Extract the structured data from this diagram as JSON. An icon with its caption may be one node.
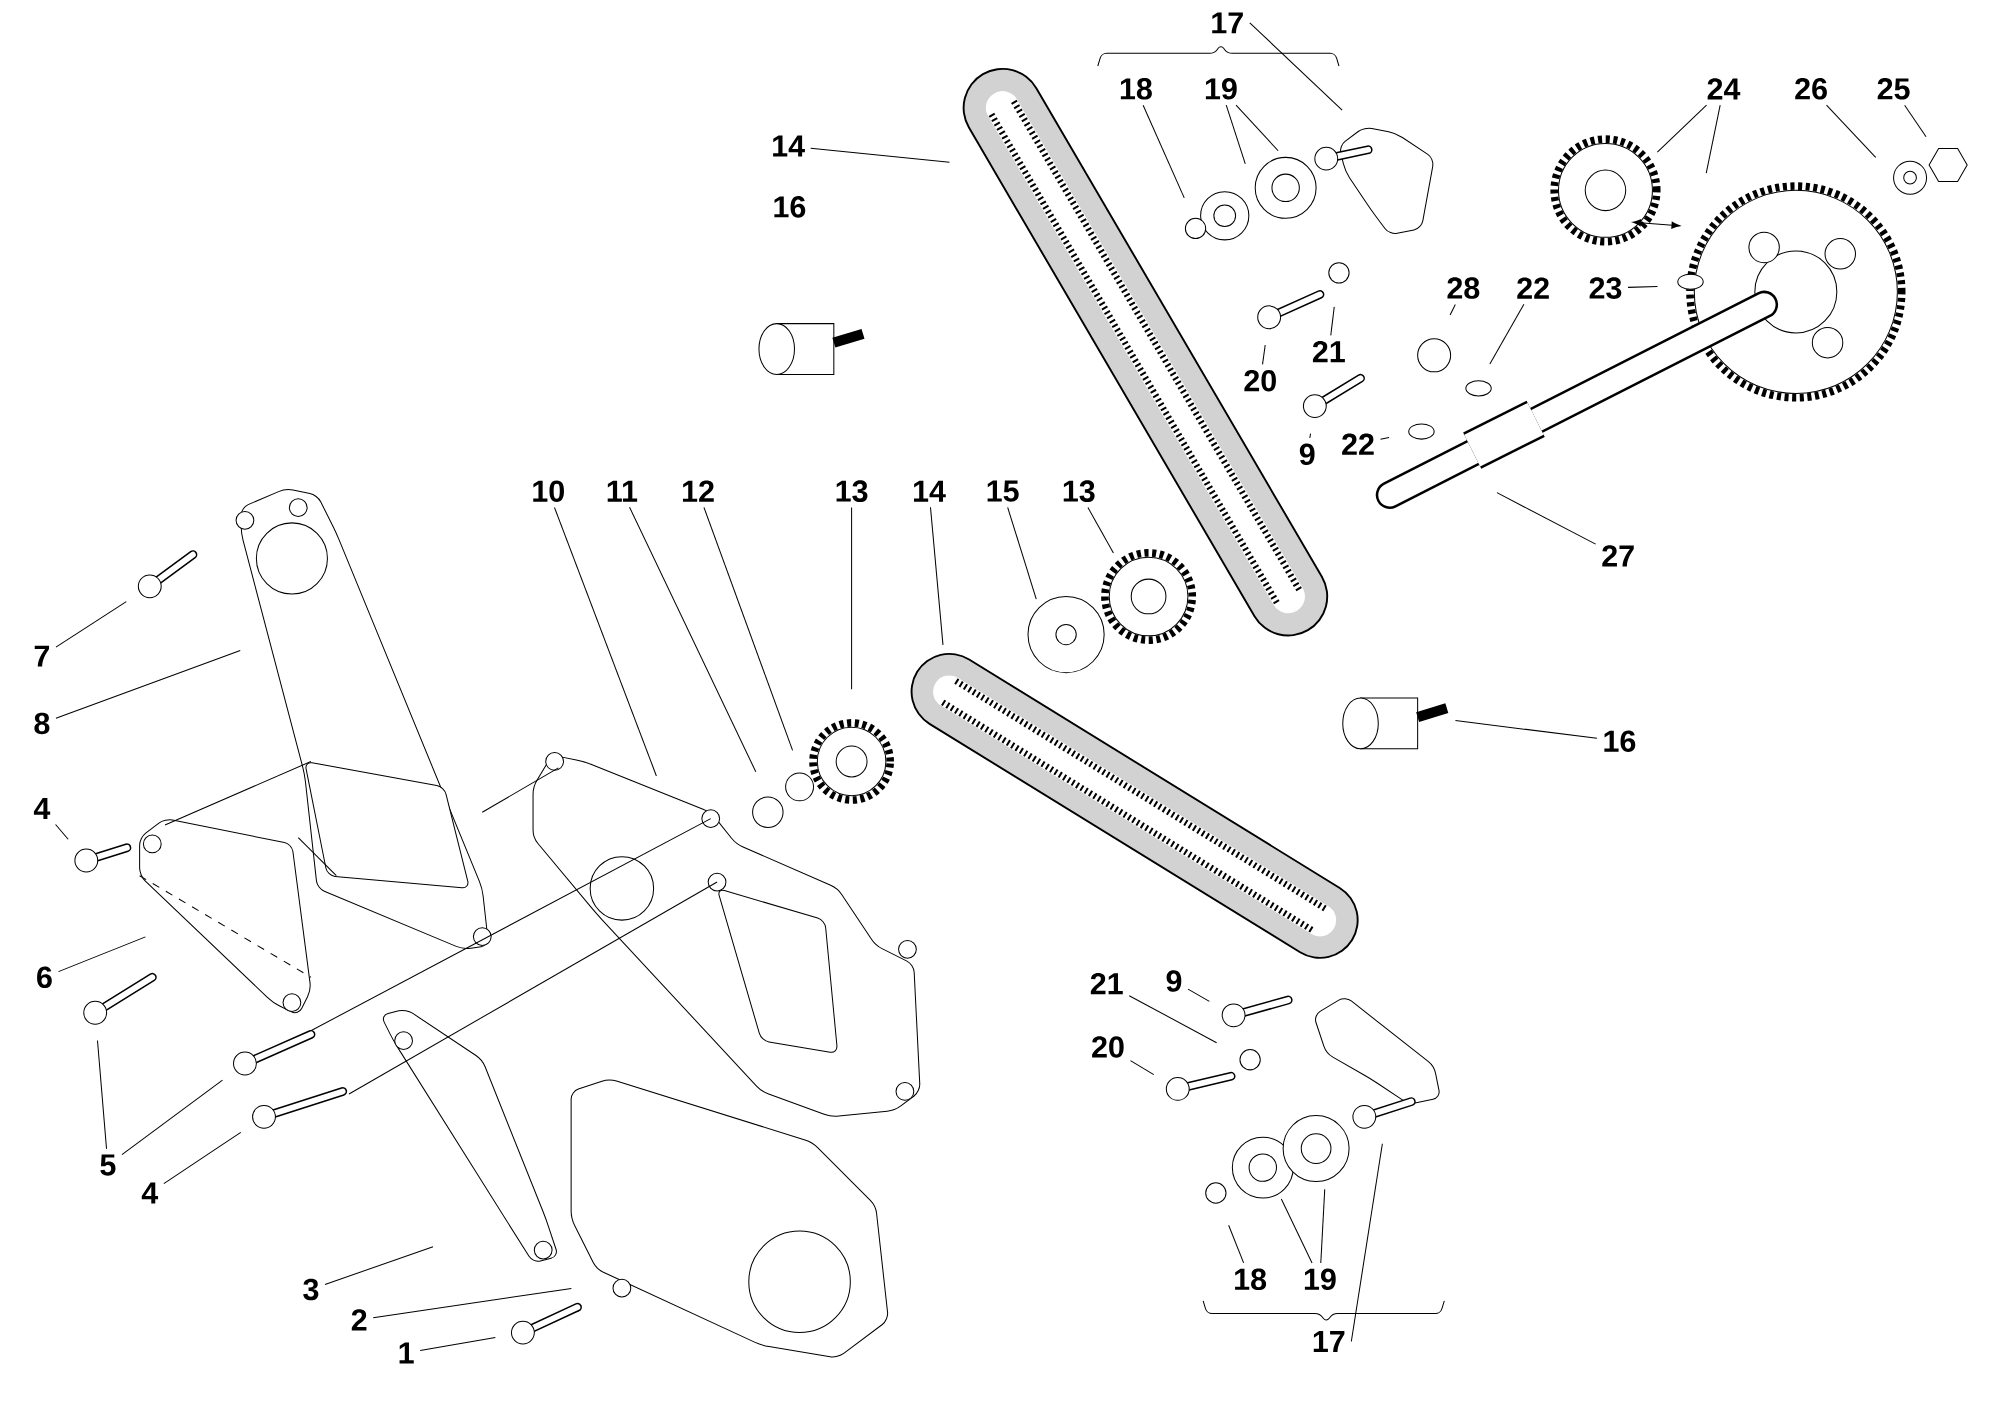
{
  "diagram": {
    "nodes": [
      {
        "text": [
          "14"
        ]
      },
      {
        "text": [
          "18"
        ]
      },
      {
        "text": [
          "19"
        ]
      },
      {
        "text": [
          "24"
        ]
      },
      {
        "text": [
          "26"
        ]
      },
      {
        "text": [
          "25"
        ]
      },
      {
        "text": [
          "23"
        ]
      },
      {
        "text": [
          "28"
        ]
      },
      {
        "text": [
          "22"
        ]
      },
      {
        "text": [
          "20"
        ]
      },
      {
        "text": [
          "21"
        ]
      },
      {
        "text": [
          "9"
        ]
      },
      {
        "text": [
          "22"
        ]
      },
      {
        "text": [
          "10"
        ]
      },
      {
        "text": [
          "11"
        ]
      },
      {
        "text": [
          "12"
        ]
      },
      {
        "text": [
          "13"
        ]
      },
      {
        "text": [
          "14"
        ]
      },
      {
        "text": [
          "15"
        ]
      },
      {
        "text": [
          "13"
        ]
      },
      {
        "text": [
          "27"
        ]
      },
      {
        "text": [
          "7"
        ]
      },
      {
        "text": [
          "8"
        ]
      },
      {
        "text": [
          "16"
        ]
      },
      {
        "text": [
          "4"
        ]
      },
      {
        "text": [
          "6"
        ]
      },
      {
        "text": [
          "9"
        ]
      },
      {
        "text": [
          "21"
        ]
      },
      {
        "text": [
          "20"
        ]
      },
      {
        "text": [
          "5"
        ]
      },
      {
        "text": [
          "4"
        ]
      },
      {
        "text": [
          "18"
        ]
      },
      {
        "text": [
          "19"
        ]
      },
      {
        "text": [
          "3"
        ]
      },
      {
        "text": [
          "2"
        ]
      },
      {
        "text": [
          "1"
        ]
      },
      {
        "text": [
          "17"
        ]
      },
      {
        "text": [
          "17"
        ]
      }
    ],
    "edges": [
      {
        "from": 0,
        "to": null,
        "arrow": "none"
      },
      {
        "from": 1,
        "to": null,
        "arrow": "none"
      },
      {
        "from": 2,
        "to": null,
        "arrow": "none"
      },
      {
        "from": 2,
        "to": null,
        "arrow": "none"
      },
      {
        "from": 3,
        "to": null,
        "arrow": "none"
      },
      {
        "from": 3,
        "to": null,
        "arrow": "none"
      },
      {
        "from": 4,
        "to": null,
        "arrow": "none"
      },
      {
        "from": 5,
        "to": null,
        "arrow": "none"
      },
      {
        "from": 6,
        "to": null,
        "arrow": "none"
      },
      {
        "from": 7,
        "to": null,
        "arrow": "none"
      },
      {
        "from": 8,
        "to": null,
        "arrow": "none"
      },
      {
        "from": 9,
        "to": null,
        "arrow": "none"
      },
      {
        "from": 10,
        "to": null,
        "arrow": "none"
      },
      {
        "from": 11,
        "to": null,
        "arrow": "none"
      },
      {
        "from": 12,
        "to": null,
        "arrow": "none"
      },
      {
        "from": 13,
        "to": null,
        "arrow": "none"
      },
      {
        "from": 14,
        "to": null,
        "arrow": "none"
      },
      {
        "from": 15,
        "to": null,
        "arrow": "none"
      },
      {
        "from": 16,
        "to": null,
        "arrow": "none"
      },
      {
        "from": 17,
        "to": null,
        "arrow": "none"
      },
      {
        "from": 18,
        "to": null,
        "arrow": "none"
      },
      {
        "from": 19,
        "to": null,
        "arrow": "none"
      },
      {
        "from": 20,
        "to": null,
        "arrow": "none"
      },
      {
        "from": 21,
        "to": null,
        "arrow": "none"
      },
      {
        "from": 22,
        "to": null,
        "arrow": "none"
      },
      {
        "from": 23,
        "to": null,
        "arrow": "none"
      },
      {
        "from": 24,
        "to": null,
        "arrow": "none"
      },
      {
        "from": 25,
        "to": null,
        "arrow": "none"
      },
      {
        "from": 26,
        "to": null,
        "arrow": "none"
      },
      {
        "from": 27,
        "to": null,
        "arrow": "none"
      },
      {
        "from": 28,
        "to": null,
        "arrow": "none"
      },
      {
        "from": 29,
        "to": null,
        "arrow": "none"
      },
      {
        "from": 29,
        "to": null,
        "arrow": "none"
      },
      {
        "from": 30,
        "to": null,
        "arrow": "none"
      },
      {
        "from": 31,
        "to": null,
        "arrow": "none"
      },
      {
        "from": 32,
        "to": null,
        "arrow": "none"
      },
      {
        "from": 32,
        "to": null,
        "arrow": "none"
      },
      {
        "from": 33,
        "to": null,
        "arrow": "none"
      },
      {
        "from": 34,
        "to": null,
        "arrow": "none"
      },
      {
        "from": 35,
        "to": null,
        "arrow": "none"
      },
      {
        "from": 36,
        "to": null,
        "arrow": "none"
      },
      {
        "from": 37,
        "to": null,
        "arrow": "none"
      }
    ],
    "labels": [
      "16"
    ]
  }
}
